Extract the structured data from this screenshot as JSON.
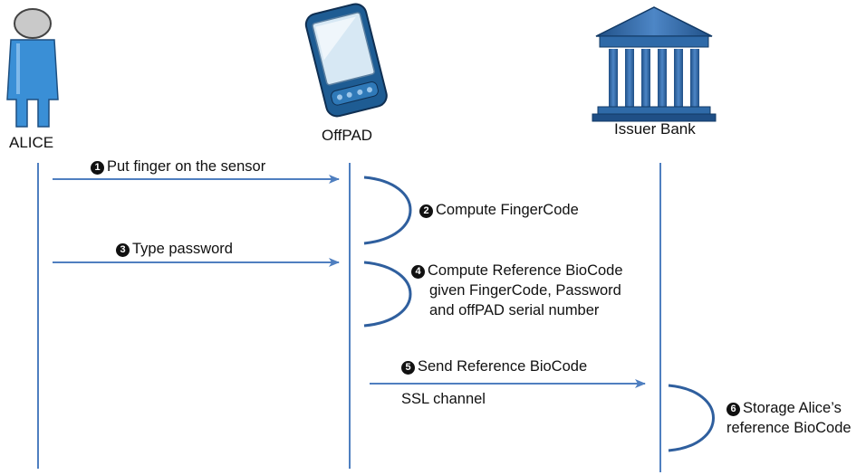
{
  "actors": {
    "alice": "ALICE",
    "offpad": "OffPAD",
    "bank": "Issuer Bank"
  },
  "steps": [
    {
      "num": "1",
      "text": "Put finger on the sensor"
    },
    {
      "num": "2",
      "text": "Compute FingerCode"
    },
    {
      "num": "3",
      "text": "Type password"
    },
    {
      "num": "4",
      "lines": [
        "Compute Reference BioCode",
        "given FingerCode, Password",
        "and offPAD serial number"
      ]
    },
    {
      "num": "5",
      "text": "Send Reference BioCode"
    },
    {
      "num": "6",
      "lines": [
        "Storage Alice’s",
        "reference BioCode"
      ]
    }
  ],
  "channel_label": "SSL channel",
  "colors": {
    "line": "#4f7fc0",
    "person": "#3a8fd6",
    "device": "#1e5c93",
    "bank": "#2f6aa8"
  }
}
